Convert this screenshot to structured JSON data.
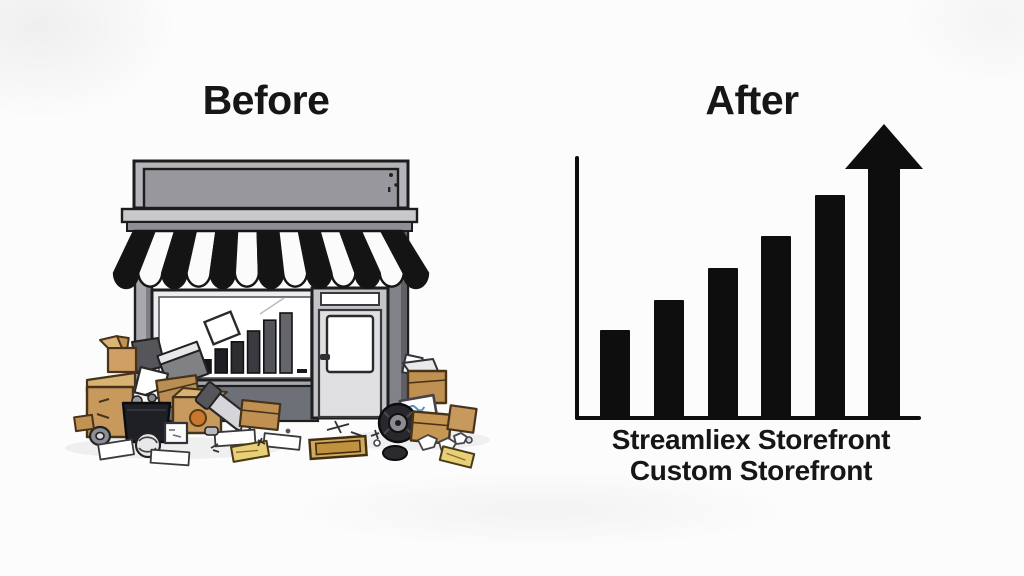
{
  "before_panel": {
    "title": "Before",
    "scene": {
      "description": "cluttered cartoon storefront with striped awning, ascending bar chart in window, and piles of boxes and trash on the sidewalk",
      "storefront_parts": [
        "sign-board",
        "cornice",
        "striped-awning",
        "left-pillar",
        "right-pillar",
        "display-window",
        "window-bar-chart",
        "glass-door",
        "kick-wall"
      ],
      "clutter_items": [
        "cardboard-boxes",
        "trash-bin",
        "tire",
        "wheel",
        "cable-coil",
        "paper-roll",
        "loose-papers",
        "yellow-envelopes",
        "wooden-plank",
        "crumpled-paper",
        "orange-ball",
        "poster-with-scribbles"
      ]
    }
  },
  "after_panel": {
    "title": "After",
    "caption_line1": "Streamliex Storefront",
    "caption_line2": "Custom Storefront"
  },
  "chart_data": [
    {
      "type": "bar",
      "panel": "after",
      "title": "After",
      "categories": [
        "bar-1",
        "bar-2",
        "bar-3",
        "bar-4",
        "bar-5",
        "growth-arrow"
      ],
      "values": [
        30,
        40,
        51,
        62,
        76,
        100
      ],
      "ylim": [
        0,
        100
      ],
      "xlabel": "",
      "ylabel": "",
      "tick_labels_visible": false,
      "grid": false,
      "bar_color": "#0e0e0e",
      "annotation": "last column is an upward growth arrow taller than all bars"
    },
    {
      "type": "bar",
      "panel": "before-window",
      "categories": [
        "1",
        "2",
        "3",
        "4",
        "5",
        "6"
      ],
      "values": [
        22,
        40,
        52,
        70,
        88,
        100
      ],
      "ylim": [
        0,
        100
      ],
      "grid": false,
      "bar_colors": [
        "#17171a",
        "#1f1f23",
        "#2c2c31",
        "#3a3a40",
        "#53535a",
        "#64646b"
      ],
      "annotation": "small ascending bar chart drawn inside the shop display window"
    }
  ],
  "colors": {
    "background": "#fcfcfc",
    "text": "#161616",
    "chart_black": "#0e0e0e",
    "awning_black": "#141414",
    "awning_white": "#fbfbfb",
    "storefront_gray": "#9a9aa0",
    "box_tan": "#c8995c"
  }
}
